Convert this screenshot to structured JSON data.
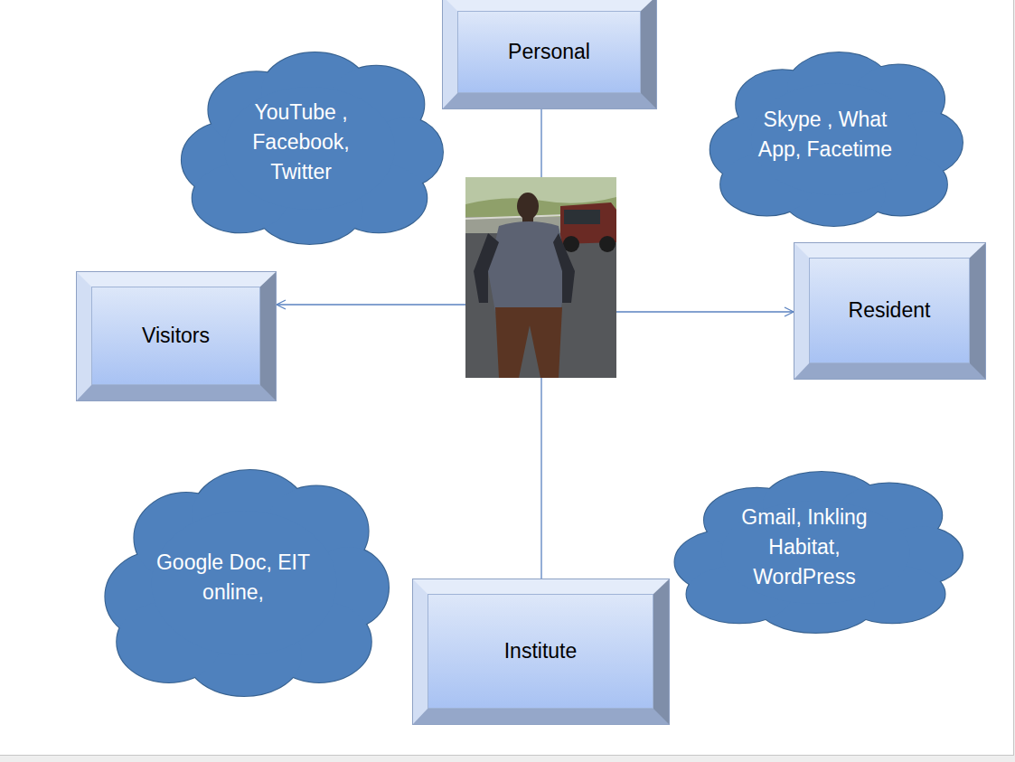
{
  "diagram": {
    "nodes": [
      {
        "text": [
          "Personal"
        ]
      },
      {
        "text": [
          "YouTube , Facebook, Twitter"
        ]
      },
      {
        "text": [
          "Skype , What App, Facetime"
        ]
      },
      {
        "text": [
          "Visitors"
        ]
      },
      {
        "text": [
          "Resident"
        ]
      },
      {
        "text": [
          "Google Doc, EIT online,"
        ]
      },
      {
        "text": [
          "Gmail, Inkling Habitat, WordPress"
        ]
      },
      {
        "text": [
          "Institute"
        ]
      }
    ]
  }
}
